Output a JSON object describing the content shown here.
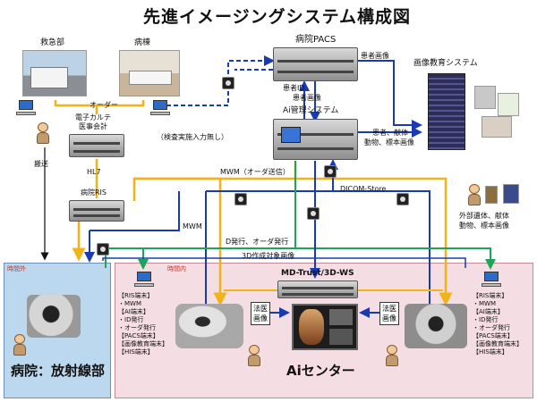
{
  "title": "先進イメージングシステム構成図",
  "nodes": {
    "emergency": "救急部",
    "ward": "病棟",
    "ekarte": [
      "電子カルテ",
      "医事会計"
    ],
    "hl7": "HL7",
    "ris": "病院RIS",
    "pacs": "病院PACS",
    "ai_mgmt": "Ai管理システム",
    "edu": "画像教育システム",
    "mdtrust": "MD-Trust/3D-WS",
    "forensic_image": [
      "法医",
      "画像"
    ]
  },
  "labels": {
    "order": "オーダー",
    "no_exam_input": "（検査実施入力無し）",
    "transport": "搬送",
    "patient_image": "患者画像",
    "patient_id": "患者ID",
    "patient_image2": "患者画像",
    "cadaver_media": [
      "患者、献体",
      "動物、標本画像"
    ],
    "mwm_order": "MWM（オーダ送信）",
    "dicom_store": "DICOM-Store",
    "mwm": "MWM",
    "id_order": "D発行、オーダ発行",
    "3d_image": "3D作成対象画像",
    "external": [
      "外部遺体、献体",
      "動物、標本画像"
    ]
  },
  "regions": {
    "off_hours": "時間外",
    "hospital_radiology": "病院：放射線部",
    "in_hours": "時間内",
    "ai_center": "Aiセンター"
  },
  "terminal_lists": {
    "left": [
      "【RIS端末】",
      "・MWM",
      "【AI端末】",
      "・ID発行",
      "・オーダ発行",
      "【PACS端末】",
      "【画像教育端末】",
      "【HIS端末】"
    ],
    "right": [
      "【RIS端末】",
      "・MWM",
      "【AI端末】",
      "・ID発行",
      "・オーダ発行",
      "【PACS端末】",
      "【画像教育端末】",
      "【HIS端末】"
    ]
  },
  "colors": {
    "blue_line": "#1a3bb0",
    "yellow_line": "#f1b418",
    "green_line": "#1fa35a",
    "black_line": "#111111",
    "blue_region": "#bcd8ee",
    "pink_region": "#f4dde3"
  }
}
